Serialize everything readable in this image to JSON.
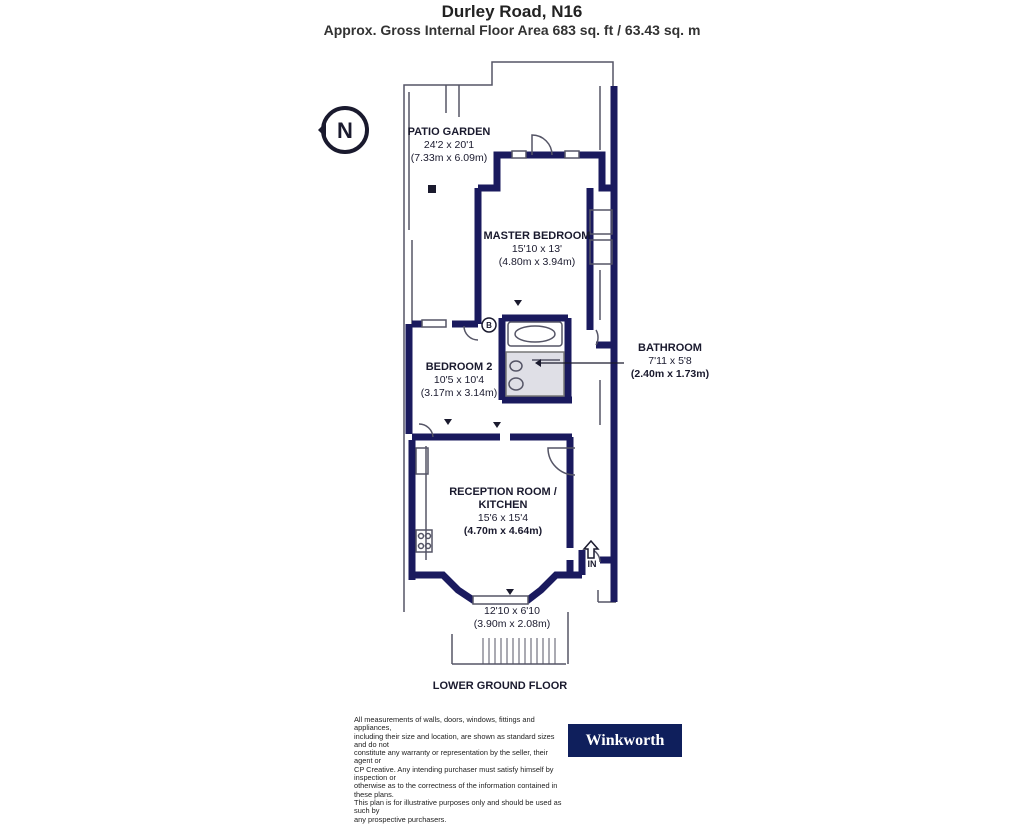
{
  "header": {
    "title": "Durley Road, N16",
    "subtitle": "Approx. Gross Internal Floor Area 683 sq. ft / 63.43 sq. m"
  },
  "compass": {
    "letter": "N"
  },
  "rooms": {
    "patio": {
      "name": "PATIO GARDEN",
      "imperial": "24'2 x 20'1",
      "metric": "(7.33m x 6.09m)"
    },
    "master": {
      "name": "MASTER BEDROOM",
      "imperial": "15'10 x 13'",
      "metric": "(4.80m x 3.94m)"
    },
    "bathroom": {
      "name": "BATHROOM",
      "imperial": "7'11 x 5'8",
      "metric": "(2.40m x 1.73m)"
    },
    "bedroom2": {
      "name": "BEDROOM 2",
      "imperial": "10'5 x 10'4",
      "metric": "(3.17m x 3.14m)"
    },
    "reception": {
      "name": "RECEPTION ROOM /",
      "name2": "KITCHEN",
      "imperial": "15'6 x 15'4",
      "metric": "(4.70m x 4.64m)"
    },
    "front": {
      "imperial": "12'10 x 6'10",
      "metric": "(3.90m x 2.08m)"
    }
  },
  "markers": {
    "boiler": "B",
    "entrance": "IN"
  },
  "floor_name": "LOWER GROUND FLOOR",
  "disclaimer": [
    "All measurements of walls, doors, windows, fittings and appliances,",
    "including their size and location, are shown as standard sizes and do not",
    "constitute any warranty or representation by the seller, their agent or",
    "CP Creative. Any intending purchaser must satisfy himself by inspection or",
    "otherwise as to the correctness of the information contained in these plans.",
    "This plan is for illustrative purposes only and should be used as such by",
    "any prospective purchasers."
  ],
  "brand": {
    "name": "Winkworth",
    "color": "#0f1f5c"
  },
  "colors": {
    "wall": "#1a1a5e",
    "line": "#555566"
  }
}
